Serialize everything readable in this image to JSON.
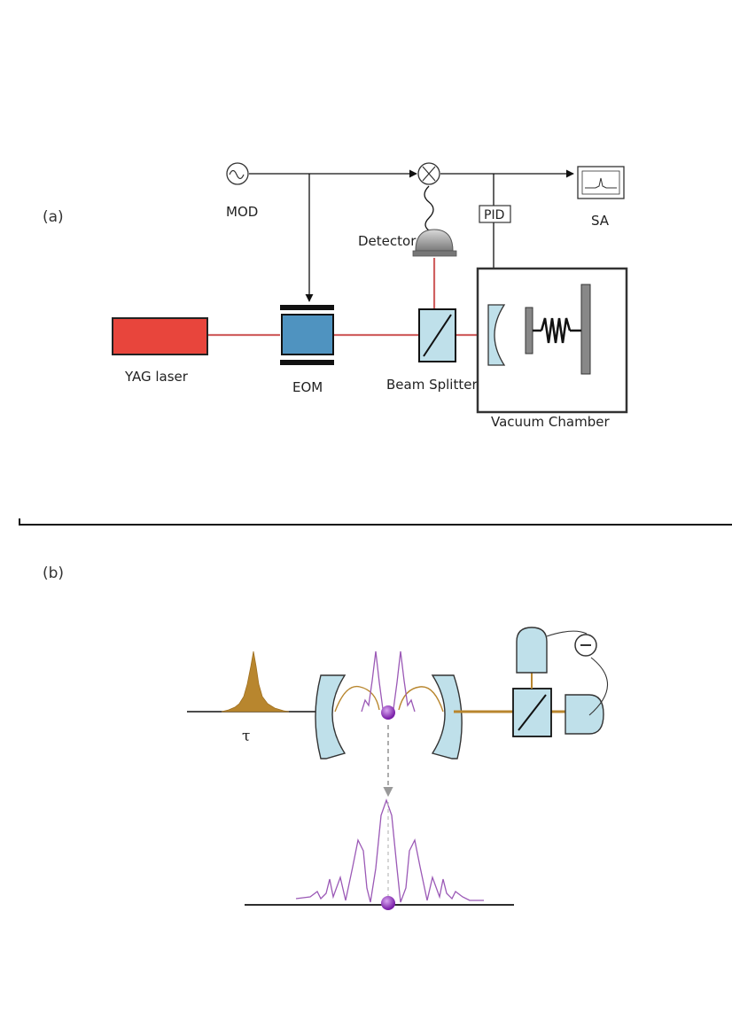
{
  "panel_a": {
    "label": "(a)",
    "components": {
      "mod": "MOD",
      "sa": "SA",
      "pid": "PID",
      "detector": "Detector",
      "laser": "YAG laser",
      "eom": "EOM",
      "beam_splitter": "Beam Splitter",
      "vacuum_chamber": "Vacuum Chamber"
    }
  },
  "panel_b": {
    "label": "(b)",
    "pulse_symbol": "τ"
  },
  "colors": {
    "laser_beam": "#d06060",
    "laser_body": "#e8453c",
    "optic_blue": "#bfe0ea",
    "eom_blue": "#4f93c0",
    "pulse_gold": "#b8862e",
    "fringe_purple": "#9b59b6",
    "particle": "#8e2bbd"
  }
}
